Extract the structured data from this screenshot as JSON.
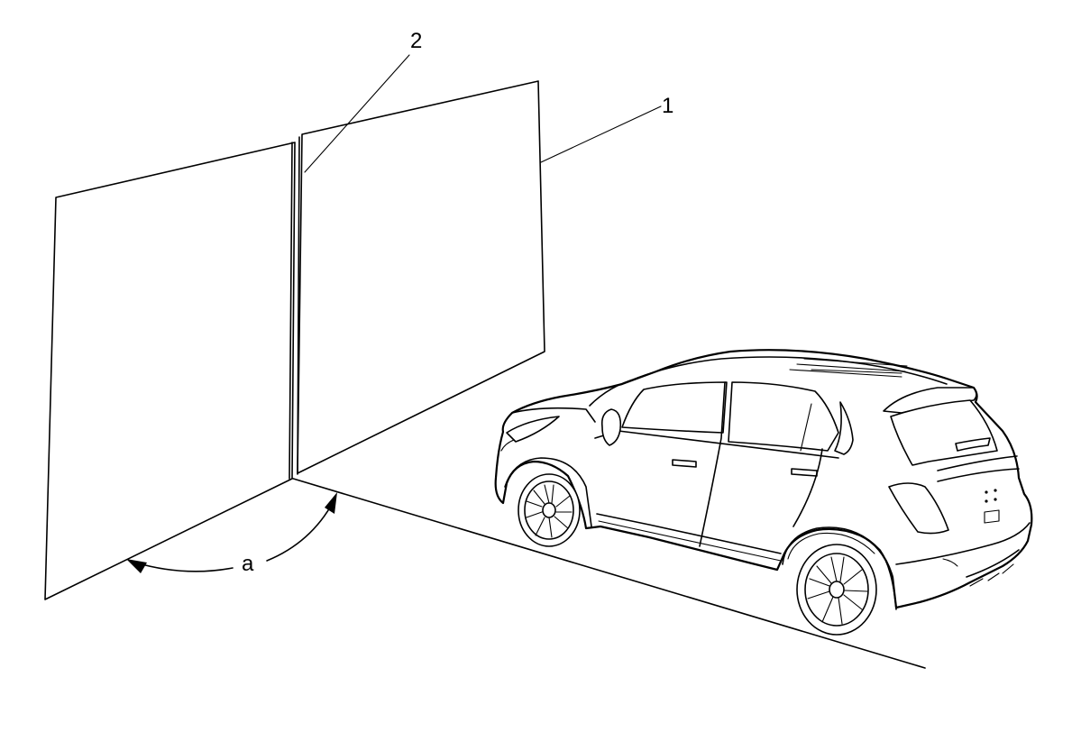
{
  "callouts": {
    "wall_panel": "1",
    "center_line": "2",
    "angle": "a"
  },
  "colors": {
    "line": "#000000",
    "background": "#ffffff"
  }
}
